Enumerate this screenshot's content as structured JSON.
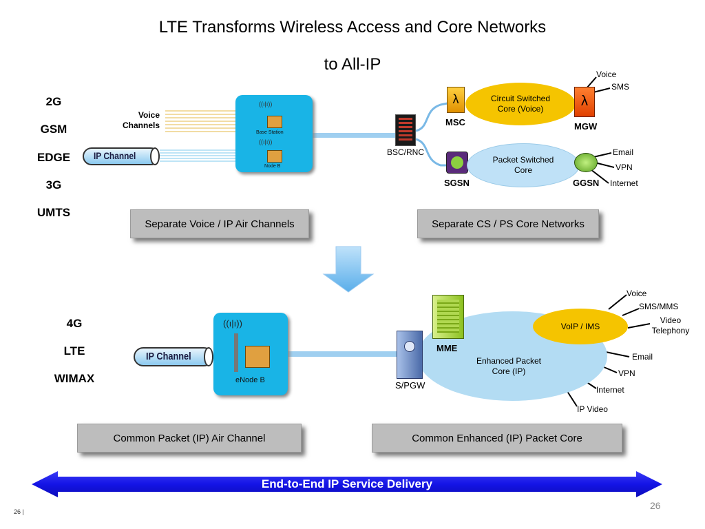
{
  "title": {
    "line1": "LTE Transforms Wireless Access and Core Networks",
    "line2": "to All-IP"
  },
  "top": {
    "generations": [
      "2G",
      "GSM",
      "EDGE",
      "3G",
      "UMTS"
    ],
    "voice_channels_label": "Voice Channels",
    "ip_channel_label": "IP Channel",
    "base_station_label": "Base Station",
    "node_b_label": "Node B",
    "bsc_rnc_label": "BSC/RNC",
    "msc_label": "MSC",
    "mgw_label": "MGW",
    "sgsn_label": "SGSN",
    "ggsn_label": "GGSN",
    "cs_core_label": "Circuit Switched Core (Voice)",
    "ps_core_label": "Packet Switched Core",
    "cs_outputs": [
      "Voice",
      "SMS"
    ],
    "ps_outputs": [
      "Email",
      "VPN",
      "Internet"
    ],
    "air_box_label": "Separate Voice / IP Air Channels",
    "core_box_label": "Separate CS / PS Core Networks"
  },
  "bottom": {
    "generations": [
      "4G",
      "LTE",
      "WIMAX"
    ],
    "ip_channel_label": "IP Channel",
    "enode_b_label": "eNode B",
    "mme_label": "MME",
    "spgw_label": "S/PGW",
    "epc_label": "Enhanced Packet Core (IP)",
    "voip_label": "VoIP / IMS",
    "outputs": [
      "Voice",
      "SMS/MMS",
      "Video Telephony",
      "Email",
      "VPN",
      "Internet",
      "IP Video"
    ],
    "air_box_label": "Common Packet (IP) Air Channel",
    "core_box_label": "Common Enhanced (IP) Packet Core"
  },
  "footer": {
    "banner_label": "End-to-End IP Service Delivery",
    "slide_number": "26",
    "footer_page": "26 |"
  },
  "colors": {
    "teal": "#19b4e6",
    "light_blue": "#b3dcf3",
    "yellow": "#f5c400",
    "banner_blue": "#1414e6",
    "gray_box": "#bdbdbd"
  }
}
